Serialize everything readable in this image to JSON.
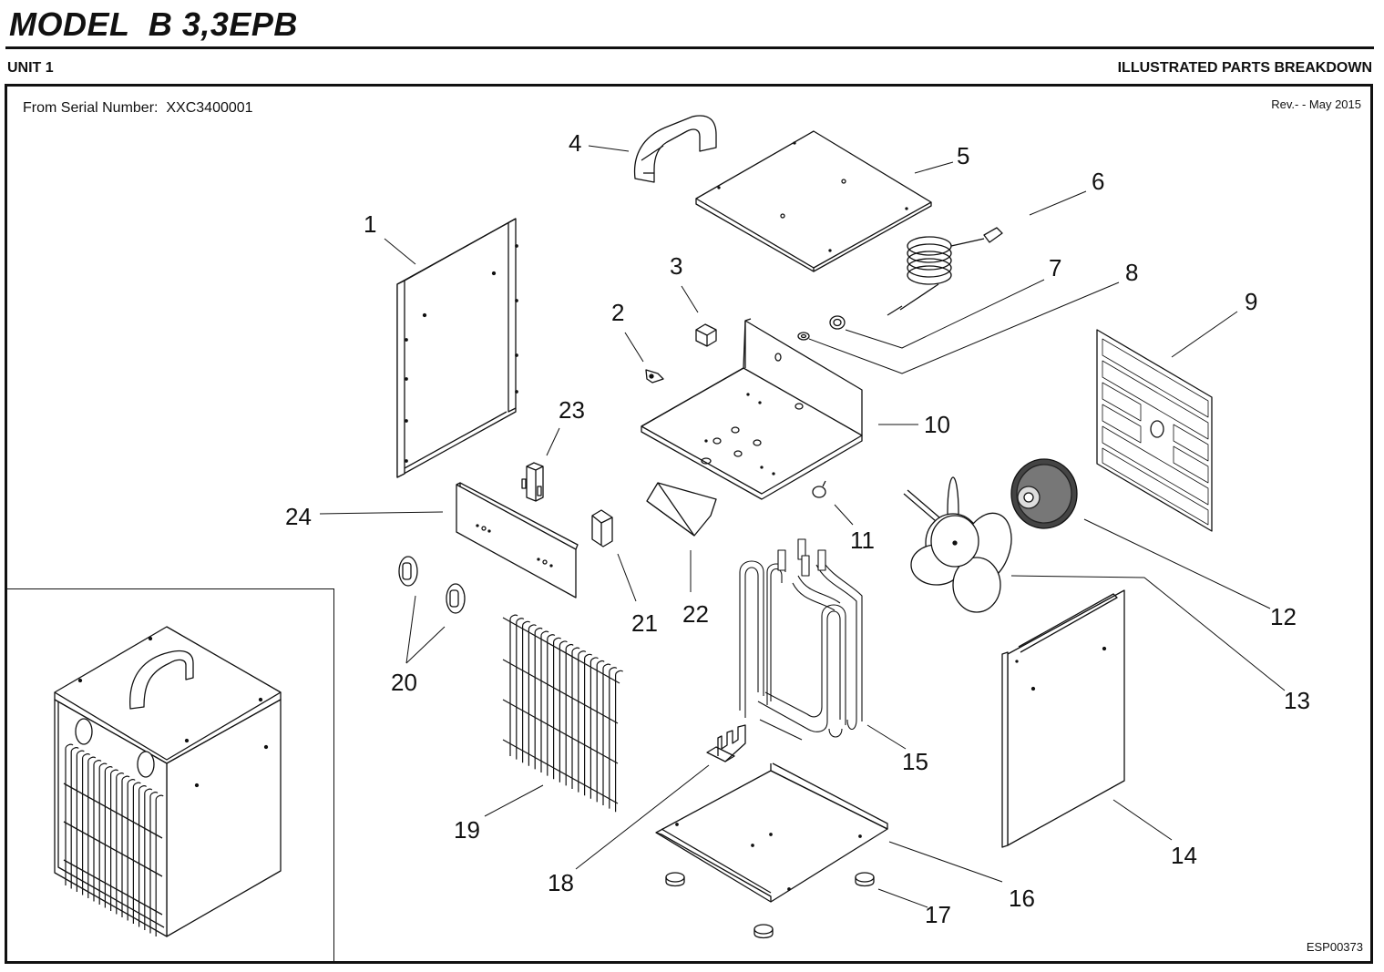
{
  "header": {
    "model_title": "MODEL  B 3,3EPB",
    "unit_label": "UNIT 1",
    "section_title": "ILLUSTRATED PARTS BREAKDOWN"
  },
  "sheet": {
    "serial_text": "From Serial Number:  XXC3400001",
    "revision": "Rev.- - May 2015",
    "document_id": "ESP00373"
  },
  "callouts": [
    {
      "number": "1",
      "part": "side-panel-left"
    },
    {
      "number": "2",
      "part": "thermostat-clip"
    },
    {
      "number": "3",
      "part": "terminal-block"
    },
    {
      "number": "4",
      "part": "carry-handle"
    },
    {
      "number": "5",
      "part": "top-cover"
    },
    {
      "number": "6",
      "part": "power-cord"
    },
    {
      "number": "7",
      "part": "cable-gland"
    },
    {
      "number": "8",
      "part": "grommet"
    },
    {
      "number": "9",
      "part": "rear-grille"
    },
    {
      "number": "10",
      "part": "inner-chassis"
    },
    {
      "number": "11",
      "part": "safety-thermostat"
    },
    {
      "number": "12",
      "part": "fan-motor"
    },
    {
      "number": "13",
      "part": "fan-blade"
    },
    {
      "number": "14",
      "part": "side-panel-right"
    },
    {
      "number": "15",
      "part": "heating-element"
    },
    {
      "number": "16",
      "part": "base-plate"
    },
    {
      "number": "17",
      "part": "rubber-foot"
    },
    {
      "number": "18",
      "part": "element-bracket"
    },
    {
      "number": "19",
      "part": "front-grille"
    },
    {
      "number": "20",
      "part": "control-knob"
    },
    {
      "number": "21",
      "part": "selector-switch"
    },
    {
      "number": "22",
      "part": "air-deflector"
    },
    {
      "number": "23",
      "part": "thermostat"
    },
    {
      "number": "24",
      "part": "control-panel"
    }
  ]
}
